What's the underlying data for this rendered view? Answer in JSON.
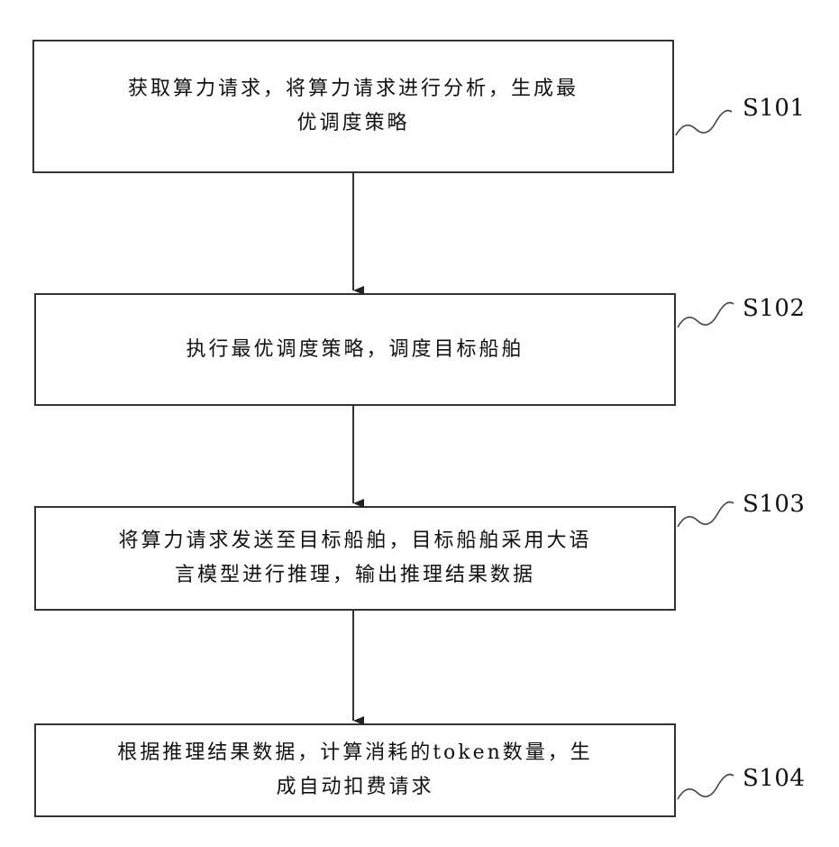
{
  "steps": [
    {
      "id": "S101",
      "text": "获取算力请求，将算力请求进行分析，生成最\n优调度策略"
    },
    {
      "id": "S102",
      "text": "执行最优调度策略，调度目标船舶"
    },
    {
      "id": "S103",
      "text": "将算力请求发送至目标船舶，目标船舶采用大语\n言模型进行推理，输出推理结果数据"
    },
    {
      "id": "S104",
      "text": "根据推理结果数据，计算消耗的token数量，生\n成自动扣费请求"
    }
  ]
}
